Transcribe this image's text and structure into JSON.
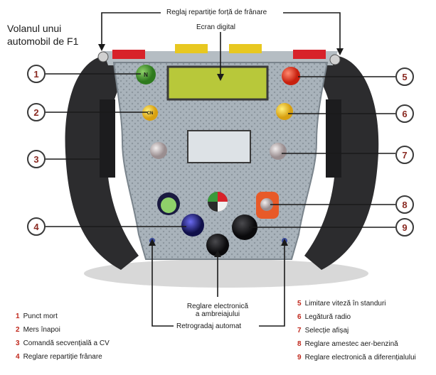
{
  "title_line1": "Volanul unui",
  "title_line2": "automobil de F1",
  "callouts": {
    "brake_balance": "Reglaj repartiție forță de frânare",
    "digital_screen": "Ecran digital",
    "clutch_line1": "Reglare electronică",
    "clutch_line2": "a ambreiajului",
    "auto_downshift": "Retrogradaj automat"
  },
  "button_labels": {
    "neutral": "N",
    "reverse": "CN"
  },
  "markers": [
    "1",
    "2",
    "3",
    "4",
    "5",
    "6",
    "7",
    "8",
    "9"
  ],
  "legend": [
    {
      "num": "1",
      "text": "Punct mort"
    },
    {
      "num": "2",
      "text": "Mers înapoi"
    },
    {
      "num": "3",
      "text": "Comandă secvențială a CV"
    },
    {
      "num": "4",
      "text": "Reglare repartiție frânare"
    },
    {
      "num": "5",
      "text": "Limitare viteză în standuri"
    },
    {
      "num": "6",
      "text": "Legătură radio"
    },
    {
      "num": "7",
      "text": "Selecție afișaj"
    },
    {
      "num": "8",
      "text": "Reglare amestec aer-benzină"
    },
    {
      "num": "9",
      "text": "Reglare electronică a diferențialului"
    }
  ],
  "colors": {
    "accent_number": "#c0281c",
    "marker_ring": "#3a3a3a",
    "grip": "#2c2c2e",
    "panel": "#aab4bc",
    "screen": "#b8c83a"
  }
}
